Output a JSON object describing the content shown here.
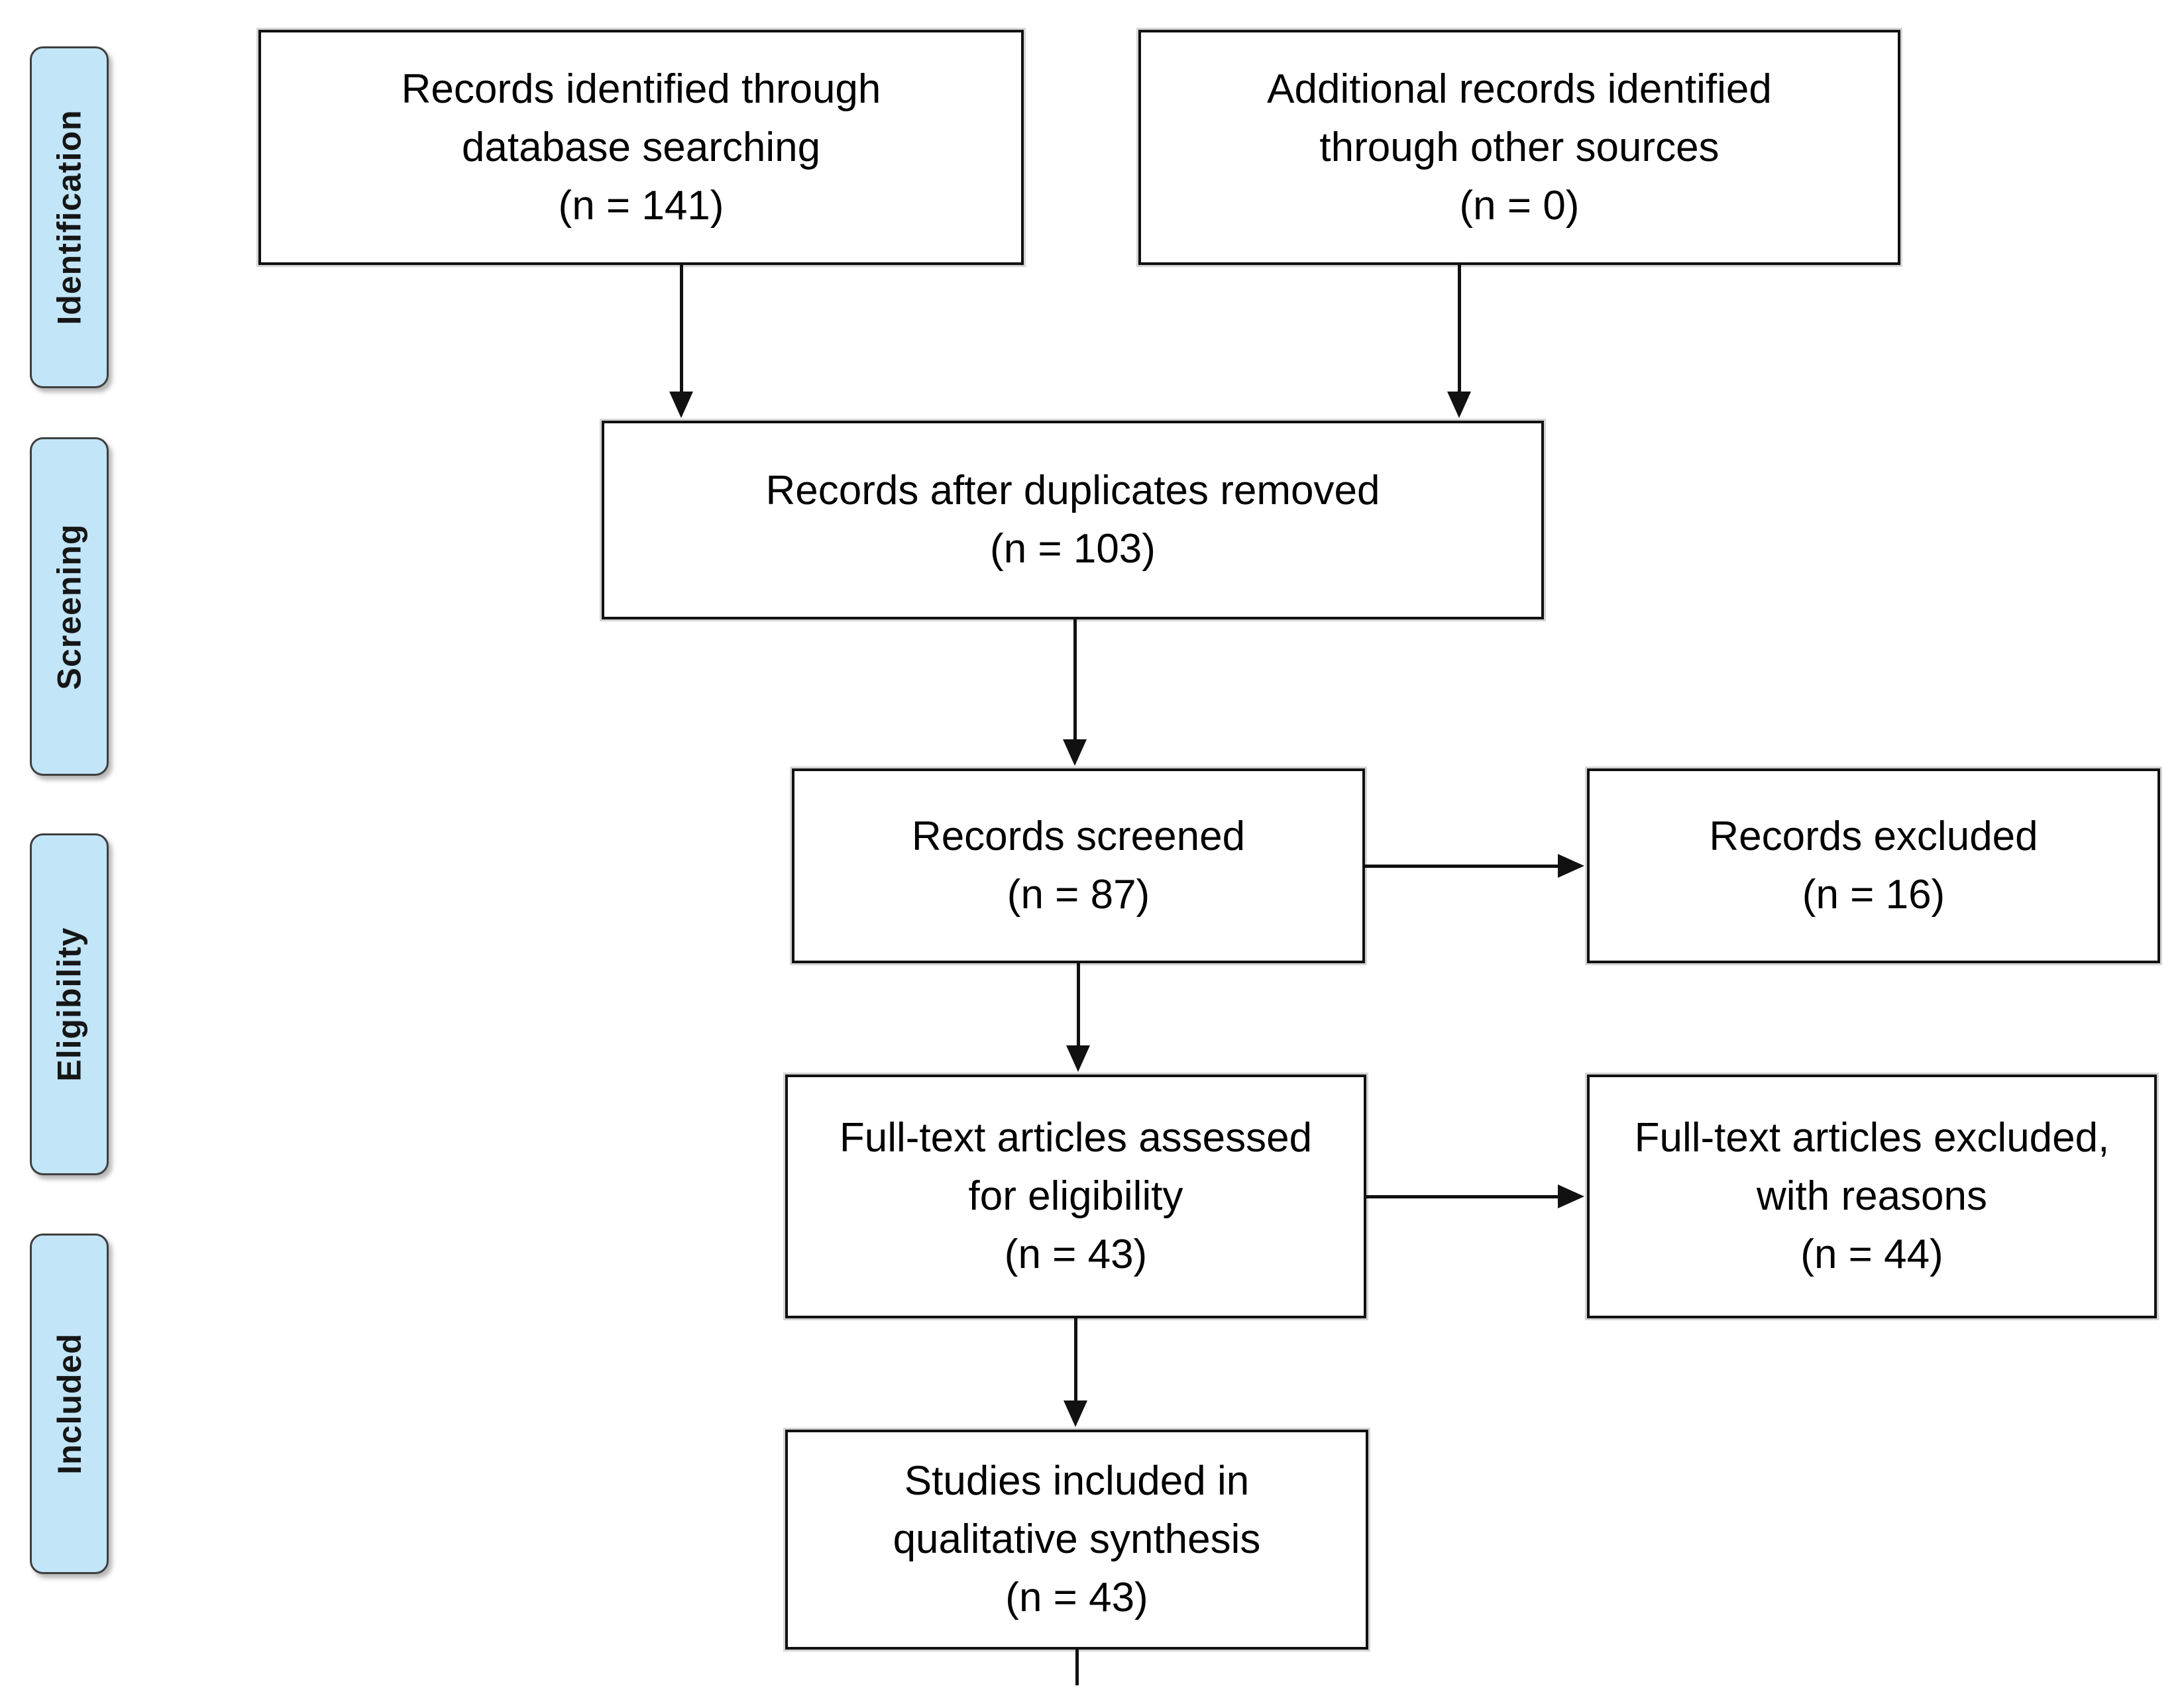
{
  "palette": {
    "phase_fill": "#c2e5f7",
    "phase_border": "#3f3f3f",
    "node_border": "#111111",
    "node_fill": "#ffffff",
    "arrow": "#111111",
    "text": "#000000"
  },
  "phases": [
    {
      "id": "identification",
      "label": "Identification"
    },
    {
      "id": "screening",
      "label": "Screening"
    },
    {
      "id": "eligibility",
      "label": "Eligibility"
    },
    {
      "id": "included",
      "label": "Included"
    }
  ],
  "nodes": {
    "records_identified": {
      "n": 141,
      "lines": [
        "Records identified through",
        "database searching",
        "(n = 141)"
      ]
    },
    "additional_records": {
      "n": 0,
      "lines": [
        "Additional records identified",
        "through other sources",
        "(n = 0)"
      ]
    },
    "duplicates_removed": {
      "n": 103,
      "lines": [
        "Records after duplicates removed",
        "(n = 103)"
      ]
    },
    "records_screened": {
      "n": 87,
      "lines": [
        "Records screened",
        "(n = 87)"
      ]
    },
    "records_excluded": {
      "n": 16,
      "lines": [
        "Records excluded",
        "(n = 16)"
      ]
    },
    "fulltext_assessed": {
      "n": 43,
      "lines": [
        "Full-text articles assessed",
        "for eligibility",
        "(n = 43)"
      ]
    },
    "fulltext_excluded": {
      "n": 44,
      "lines": [
        "Full-text articles excluded,",
        "with reasons",
        "(n = 44)"
      ]
    },
    "studies_included": {
      "n": 43,
      "lines": [
        "Studies included in",
        "qualitative synthesis",
        "(n = 43)"
      ]
    }
  }
}
